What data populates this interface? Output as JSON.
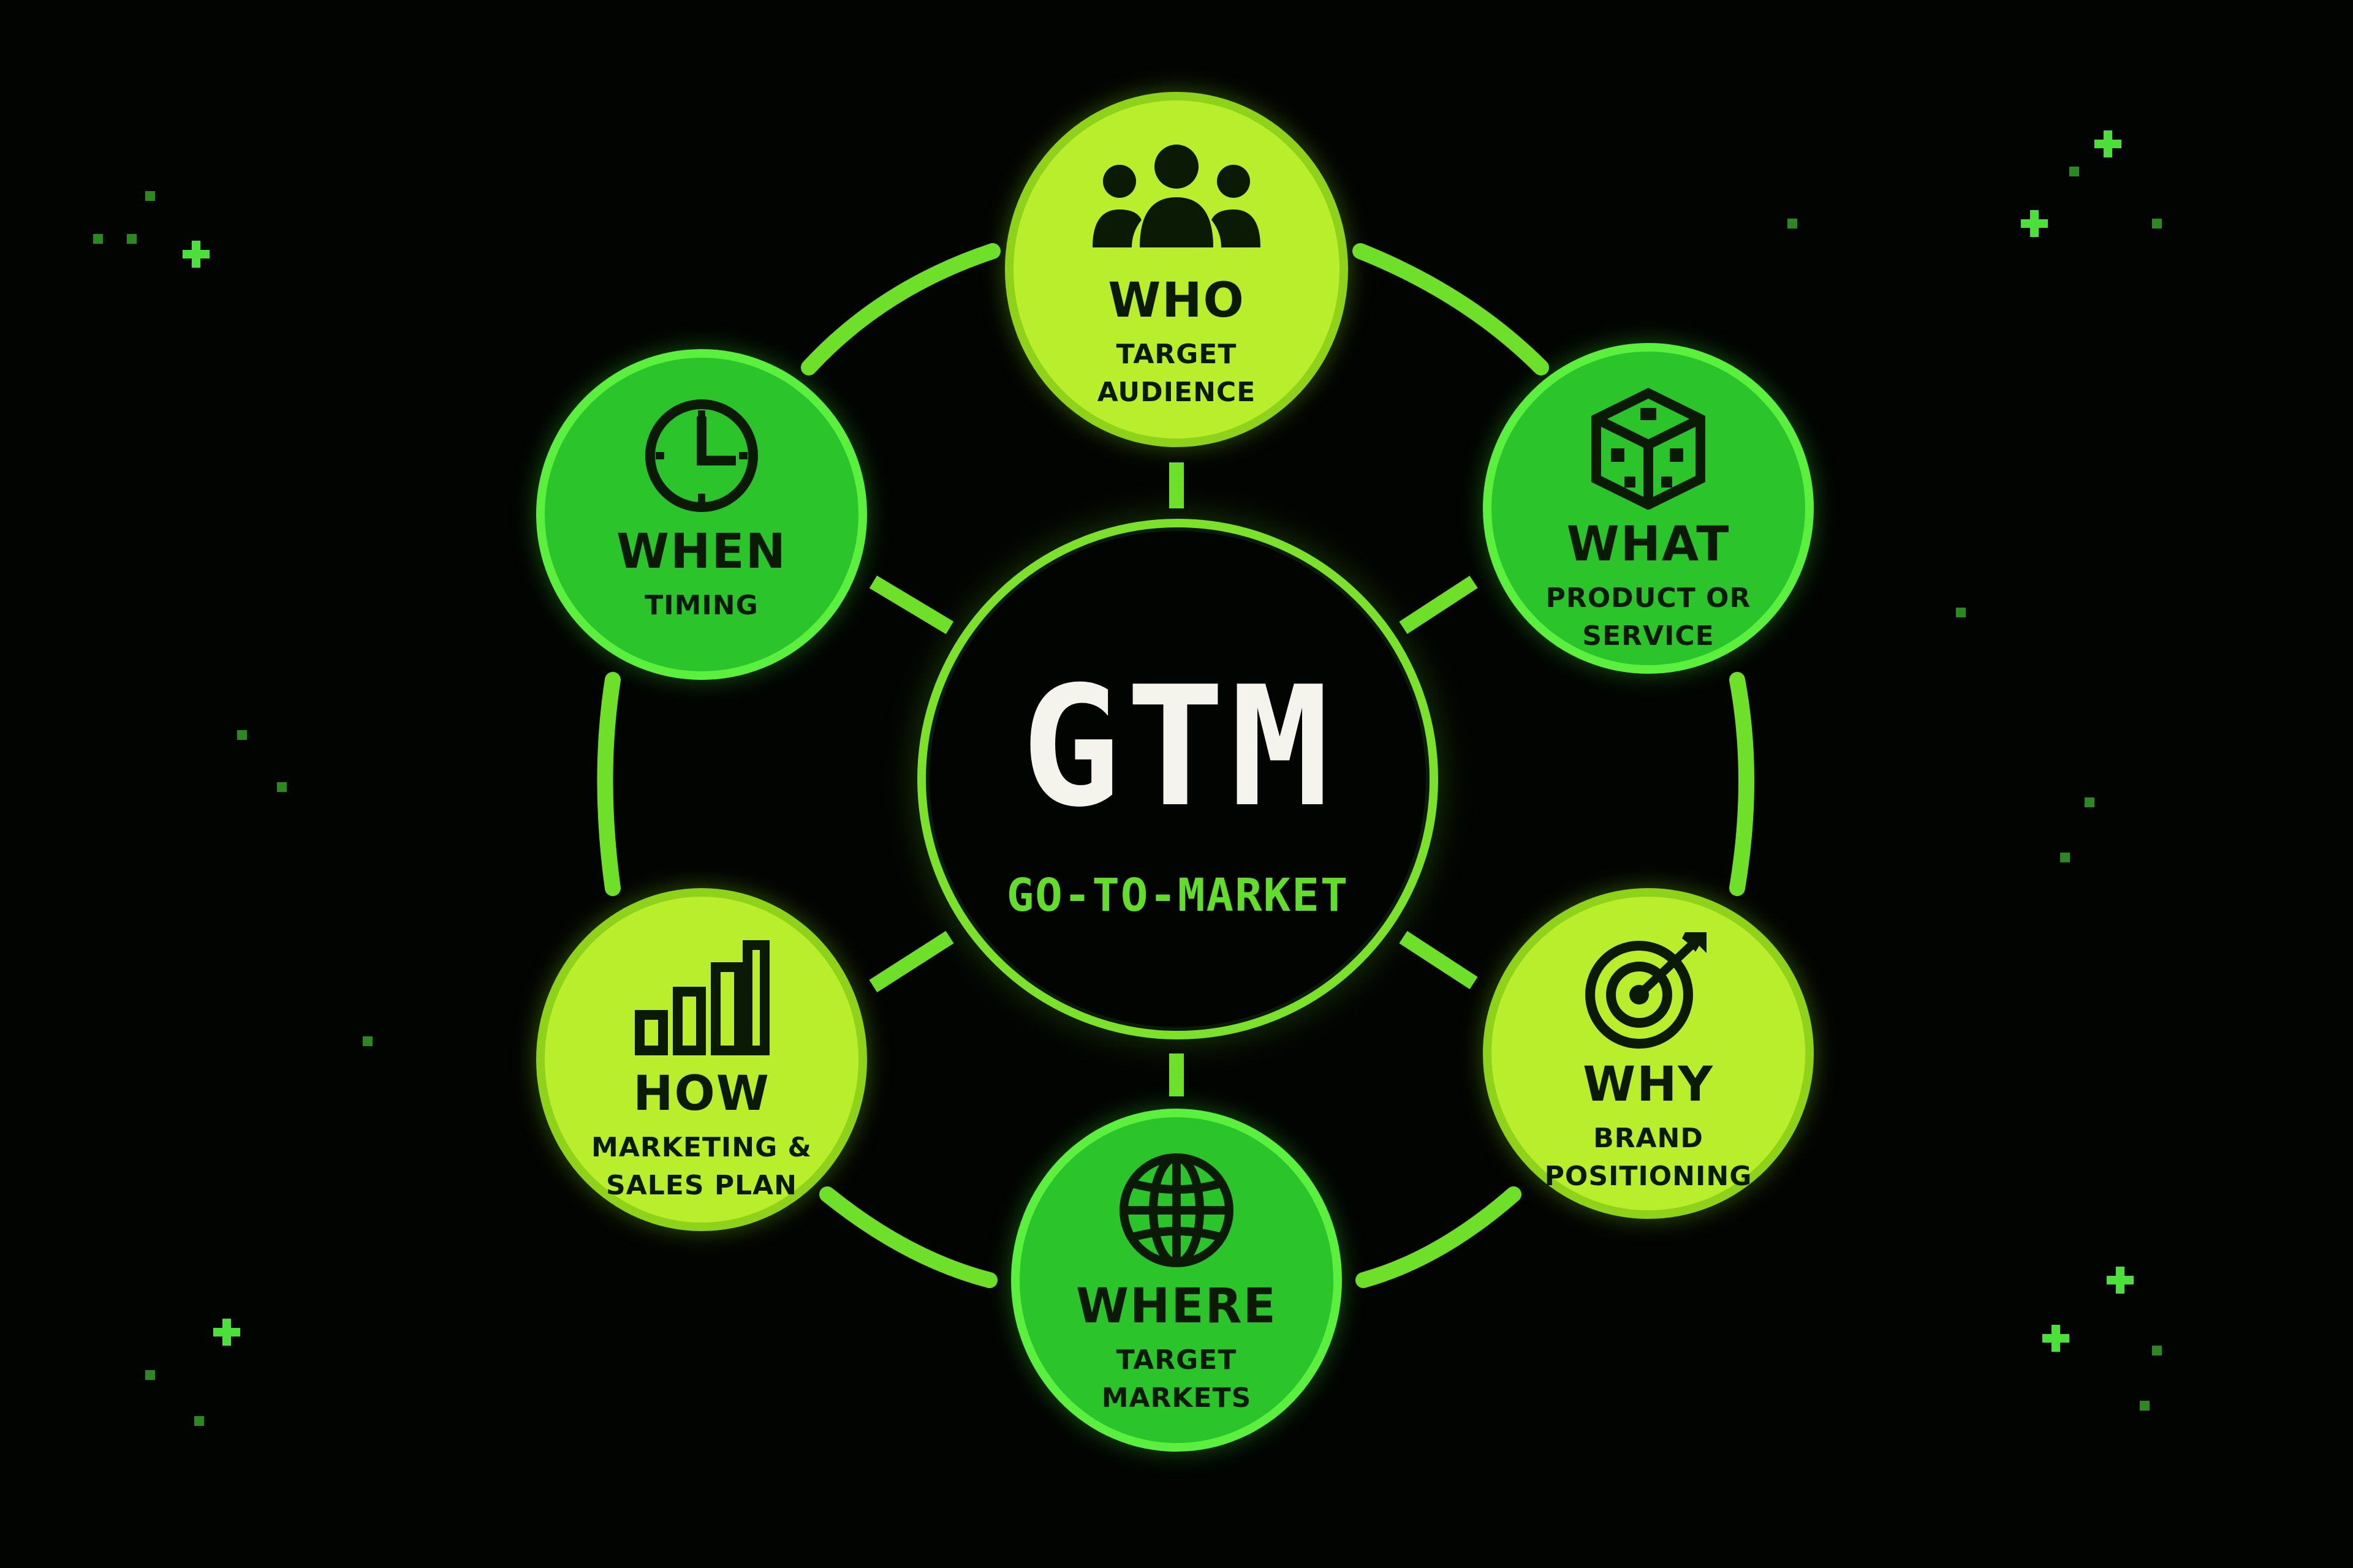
{
  "center": {
    "title": "GTM",
    "subtitle": "GO-TO-MARKET"
  },
  "nodes": [
    {
      "key": "who",
      "title": "WHO",
      "subtitle": "TARGET\nAUDIENCE",
      "icon": "people-group-icon",
      "variant": "lime"
    },
    {
      "key": "what",
      "title": "WHAT",
      "subtitle": "PRODUCT OR\nSERVICE",
      "icon": "box-icon",
      "variant": "green"
    },
    {
      "key": "why",
      "title": "WHY",
      "subtitle": "BRAND\nPOSITIONING",
      "icon": "target-icon",
      "variant": "lime"
    },
    {
      "key": "where",
      "title": "WHERE",
      "subtitle": "TARGET\nMARKETS",
      "icon": "globe-icon",
      "variant": "green"
    },
    {
      "key": "how",
      "title": "HOW",
      "subtitle": "MARKETING &\nSALES PLAN",
      "icon": "bar-chart-icon",
      "variant": "lime"
    },
    {
      "key": "when",
      "title": "WHEN",
      "subtitle": "TIMING",
      "icon": "clock-icon",
      "variant": "green"
    }
  ],
  "colors": {
    "background": "#020402",
    "lime_fill": "#b9ee2c",
    "green_fill": "#2bc42b",
    "ring": "#7be12a",
    "center_subtitle": "#62dd2c",
    "center_title": "#f4f4ec"
  }
}
